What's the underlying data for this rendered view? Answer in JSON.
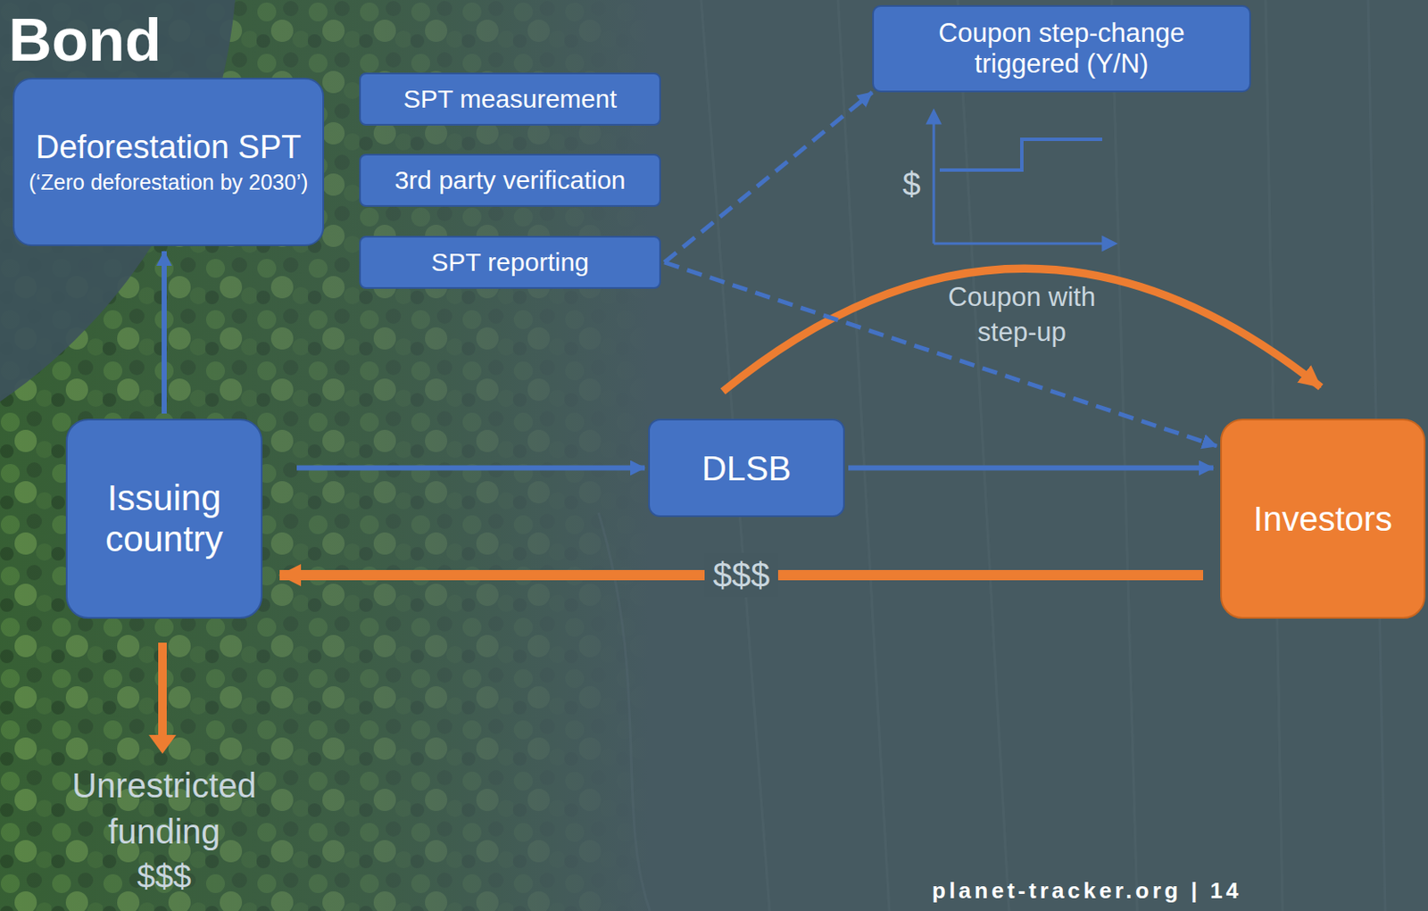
{
  "diagram": {
    "nodes": [
      {
        "text": [
          "Deforestation SPT",
          "(‘Zero deforestation by 2030’)"
        ]
      },
      {
        "text": [
          "SPT measurement"
        ]
      },
      {
        "text": [
          "3rd party verification"
        ]
      },
      {
        "text": [
          "SPT reporting"
        ]
      },
      {
        "text": [
          "Coupon step-change triggered (Y/N)"
        ]
      },
      {
        "text": [
          "Issuing country"
        ]
      },
      {
        "text": [
          "DLSB"
        ]
      },
      {
        "text": [
          "Investors"
        ]
      }
    ],
    "edges": [
      {
        "from": 5,
        "to": 0,
        "arrow": "to"
      },
      {
        "from": 5,
        "to": 6,
        "arrow": "to"
      },
      {
        "from": 6,
        "to": 7,
        "arrow": "to"
      },
      {
        "from": 7,
        "to": 5,
        "label": "$$$",
        "arrow": "to"
      },
      {
        "from": 6,
        "to": 7,
        "label": "Coupon with step-up",
        "arrow": "to"
      },
      {
        "from": 3,
        "to": 4,
        "arrow": "to"
      },
      {
        "from": 3,
        "to": 7,
        "arrow": "to"
      }
    ],
    "labels": [
      "Bond",
      "$",
      "Unrestricted funding",
      "$$$",
      "planet-tracker.org | 14"
    ]
  }
}
